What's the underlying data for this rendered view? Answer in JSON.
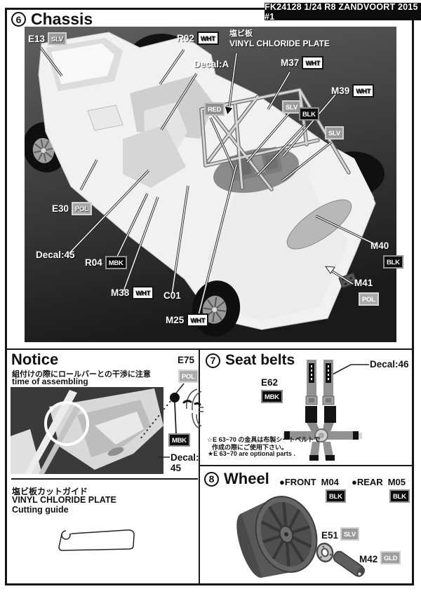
{
  "colors": {
    "border": "#161616",
    "header_bg": "#0c0c0c",
    "badge_wht_bg": "#ffffff",
    "badge_slv_bg": "#9a9a9a",
    "badge_pol_bg": "#aaaaaa",
    "badge_blk_bg": "#0d0d0d",
    "badge_mbk_bg": "#0d0d0d",
    "badge_red_bg": "#8f8f8f",
    "badge_gld_bg": "#9e9e9e"
  },
  "header": {
    "kit_code": "FK24128  1/24 R8 ZANDVOORT 2015 #1"
  },
  "chassis": {
    "num": "6",
    "title": "Chassis",
    "labels": {
      "e13": {
        "text": "E13",
        "badge": "SLV"
      },
      "r02": {
        "text": "R02",
        "badge": "WHT"
      },
      "vinyl_jp": "塩ビ板",
      "vinyl_en": "VINYL CHLORIDE PLATE",
      "decal_a": "Decal:A",
      "m37": {
        "text": "M37",
        "badge": "WHT"
      },
      "m39": {
        "text": "M39",
        "badge": "WHT"
      },
      "red": "RED",
      "slv1": "SLV",
      "blk": "BLK",
      "slv2": "SLV",
      "e30": {
        "text": "E30",
        "badge": "POL"
      },
      "decal_45": "Decal:45",
      "r04": {
        "text": "R04",
        "badge": "MBK"
      },
      "m38": {
        "text": "M38",
        "badge": "WHT"
      },
      "c01": "C01",
      "m25": {
        "text": "M25",
        "badge": "WHT"
      },
      "m40": {
        "text": "M40",
        "badge": "BLK"
      },
      "m41": {
        "text": "M41",
        "badge": "POL"
      }
    }
  },
  "notice": {
    "title": "Notice",
    "jp": "組付けの際にロールバーとの干渉に注意",
    "en": "time of assembling",
    "part": "E75",
    "part_badge": "POL",
    "fastener_badge": "MBK",
    "decal_l1": "Decal:",
    "decal_l2": "45",
    "cut_jp": "塩ビ板カットガイド",
    "cut_en1": "VINYL CHLORIDE PLATE",
    "cut_en2": "Cutting guide"
  },
  "seatbelts": {
    "num": "7",
    "title": "Seat belts",
    "part": "E62",
    "part_badge": "MBK",
    "decal": "Decal:46",
    "note1": "☆E 63~70 の金具は布製シートベルトで",
    "note2": "作成の際にご使用下さい。",
    "note3": "★E 63~70 are optional parts ."
  },
  "wheel": {
    "num": "8",
    "title": "Wheel",
    "front": "●FRONT",
    "front_part": "M04",
    "front_badge": "BLK",
    "rear": "●REAR",
    "rear_part": "M05",
    "rear_badge": "BLK",
    "hub": "E51",
    "hub_badge": "SLV",
    "pin": "M42",
    "pin_badge": "GLD"
  }
}
